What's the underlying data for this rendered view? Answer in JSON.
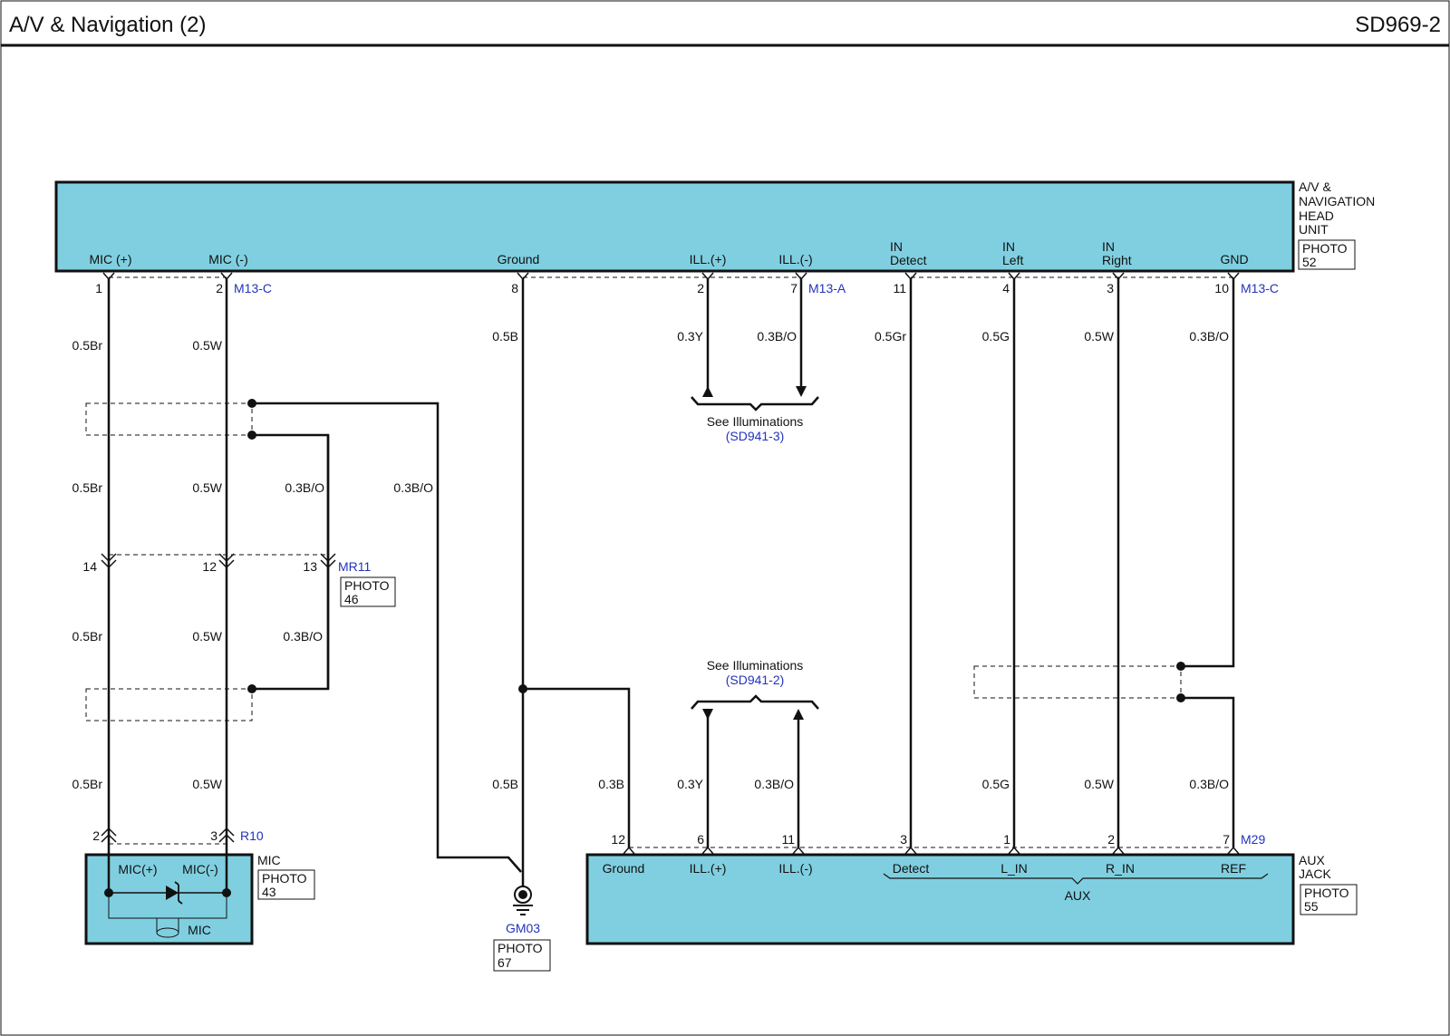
{
  "header": {
    "title": "A/V & Navigation (2)",
    "code": "SD969-2"
  },
  "head_unit": {
    "name": [
      "A/V &",
      "NAVIGATION",
      "HEAD",
      "UNIT"
    ],
    "photo": [
      "PHOTO",
      "52"
    ],
    "pins": [
      "MIC (+)",
      "MIC (-)",
      "Ground",
      "ILL.(+)",
      "ILL.(-)",
      "IN",
      "Detect",
      "IN",
      "Left",
      "IN",
      "Right",
      "GND"
    ]
  },
  "connectors": {
    "m13c_a": "M13-C",
    "m13a": "M13-A",
    "m13c_b": "M13-C",
    "mr11": "MR11",
    "r10": "R10",
    "m29": "M29",
    "gm03": "GM03"
  },
  "pin_numbers": {
    "top": [
      "1",
      "2",
      "8",
      "2",
      "7",
      "11",
      "4",
      "3",
      "10"
    ],
    "mr11": [
      "14",
      "12",
      "13"
    ],
    "r10": [
      "2",
      "3"
    ],
    "m29": [
      "12",
      "6",
      "11",
      "3",
      "1",
      "2",
      "7"
    ]
  },
  "wires": {
    "row1": [
      "0.5Br",
      "0.5W",
      "0.5B",
      "0.3Y",
      "0.3B/O",
      "0.5Gr",
      "0.5G",
      "0.5W",
      "0.3B/O"
    ],
    "row2": [
      "0.5Br",
      "0.5W",
      "0.3B/O",
      "0.3B/O"
    ],
    "row3": [
      "0.5Br",
      "0.5W",
      "0.3B/O"
    ],
    "row4": [
      "0.5Br",
      "0.5W",
      "0.5B",
      "0.3B",
      "0.3Y",
      "0.3B/O",
      "0.5G",
      "0.5W",
      "0.3B/O"
    ]
  },
  "illum_top": {
    "text": "See Illuminations",
    "ref": "(SD941-3)"
  },
  "illum_bottom": {
    "text": "See Illuminations",
    "ref": "(SD941-2)"
  },
  "photos": {
    "mr11": [
      "PHOTO",
      "46"
    ],
    "mic": [
      "PHOTO",
      "43"
    ],
    "gm03": [
      "PHOTO",
      "67"
    ],
    "aux": [
      "PHOTO",
      "55"
    ]
  },
  "mic": {
    "name": "MIC",
    "pins": [
      "MIC(+)",
      "MIC(-)"
    ],
    "label": "MIC"
  },
  "aux_jack": {
    "name": [
      "AUX",
      "JACK"
    ],
    "pins": [
      "Ground",
      "ILL.(+)",
      "ILL.(-)",
      "Detect",
      "L_IN",
      "R_IN",
      "REF"
    ],
    "group": "AUX"
  },
  "colors": {
    "component": "#7fcfe0",
    "connector_text": "#2233bb",
    "wire": "#111111"
  }
}
